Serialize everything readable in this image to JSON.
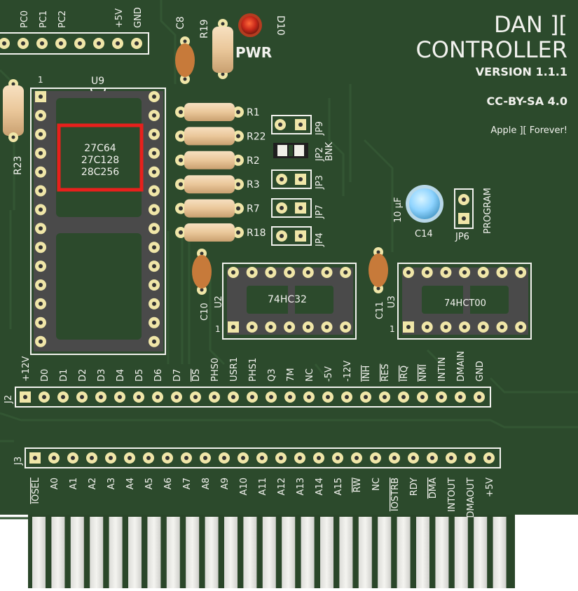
{
  "board": {
    "title_line1": "DAN ][",
    "title_line2": "CONTROLLER",
    "version": "VERSION 1.1.1",
    "license": "CC-BY-SA 4.0",
    "tagline": "Apple ][ Forever!",
    "pwr_label": "PWR",
    "colors": {
      "pcb": "#2c4a2c",
      "silk": "#f2f2ee",
      "copper_pad": "#f0e6a8",
      "highlight": "#e8201c"
    }
  },
  "top_header": {
    "labels": [
      "PC0",
      "PC1",
      "PC2",
      "",
      "",
      "+5V",
      "GND"
    ]
  },
  "refs": {
    "c8": "C8",
    "r19": "R19",
    "d10": "D10",
    "r23": "R23",
    "u9": "U9",
    "u9_pin1": "1",
    "c10": "C10",
    "c11": "C11",
    "u2": "U2",
    "u3": "U3",
    "u2_pin1": "1",
    "u3_pin1": "1",
    "c14": "C14",
    "c14_value": "10 µF",
    "jp6": "JP6",
    "program": "PROGRAM",
    "jp2": "JP2",
    "bnk": "BNK",
    "jp9": "JP9",
    "jp3": "JP3",
    "jp7": "JP7",
    "jp4": "JP4",
    "j2": "J2",
    "j3": "J3"
  },
  "eprom": {
    "types": [
      "27C64",
      "27C128",
      "28C256"
    ]
  },
  "resistors": [
    "R1",
    "R22",
    "R2",
    "R3",
    "R7",
    "R18"
  ],
  "chips": {
    "u2_part": "74HC32",
    "u3_part": "74HCT00"
  },
  "j2_labels": [
    "+12V",
    "D0",
    "D1",
    "D2",
    "D3",
    "D4",
    "D5",
    "D6",
    "D7",
    "DS",
    "PHS0",
    "USR1",
    "PHS1",
    "Q3",
    "7M",
    "NC",
    "-5V",
    "-12V",
    "INH",
    "RES",
    "IRQ",
    "NMI",
    "INTIN",
    "DMAIN",
    "GND"
  ],
  "j2_overline": [
    "DS",
    "INH",
    "RES",
    "IRQ",
    "NMI"
  ],
  "j3_labels": [
    "IOSEL",
    "A0",
    "A1",
    "A2",
    "A3",
    "A4",
    "A5",
    "A6",
    "A7",
    "A8",
    "A9",
    "A10",
    "A11",
    "A12",
    "A13",
    "A14",
    "A15",
    "RW",
    "NC",
    "IOSTRB",
    "RDY",
    "DMA",
    "INTOUT",
    "DMAOUT",
    "+5V"
  ],
  "j3_overline": [
    "IOSEL",
    "RW",
    "IOSTRB",
    "DMA"
  ]
}
